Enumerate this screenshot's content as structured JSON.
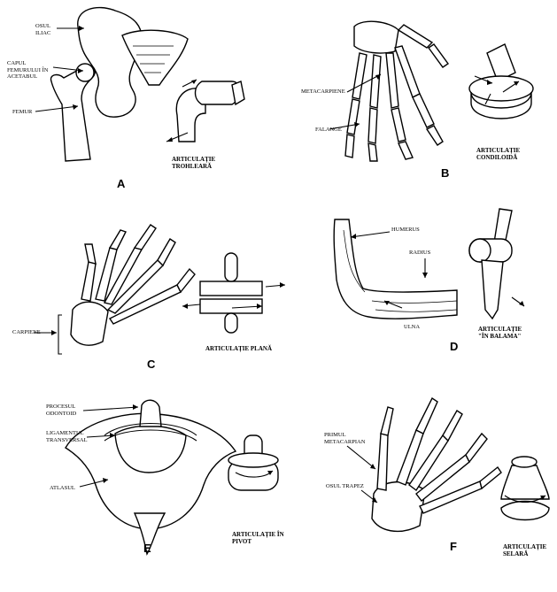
{
  "panels": {
    "A": {
      "letter": "A",
      "labels": {
        "ilium": [
          "OSUL",
          "ILIAC"
        ],
        "femoral_head": [
          "CAPUL",
          "FEMURULUI ÎN",
          "ACETABUL"
        ],
        "femur": "FEMUR"
      },
      "caption": [
        "ARTICULAȚIE",
        "TROHLEARĂ"
      ]
    },
    "B": {
      "letter": "B",
      "labels": {
        "metacarpals": "METACARPIENE",
        "phalanges": "FALANGE"
      },
      "caption": [
        "ARTICULAȚIE",
        "CONDILOIDĂ"
      ]
    },
    "C": {
      "letter": "C",
      "labels": {
        "carpals": "CARPIENE"
      },
      "caption": [
        "ARTICULAȚIE PLANĂ"
      ]
    },
    "D": {
      "letter": "D",
      "labels": {
        "humerus": "HUMERUS",
        "radius": "RADIUS",
        "ulna": "ULNA"
      },
      "caption": [
        "ARTICULAȚIE",
        "\"ÎN BALAMA\""
      ]
    },
    "E": {
      "letter": "E",
      "labels": {
        "dens": [
          "PROCESUL",
          "ODONTOID"
        ],
        "ligament": [
          "LIGAMENTUL",
          "TRANSVERSAL"
        ],
        "atlas": "ATLASUL"
      },
      "caption": [
        "ARTICULAȚIE ÎN",
        "PIVOT"
      ]
    },
    "F": {
      "letter": "F",
      "labels": {
        "first_metacarpal": [
          "PRIMUL",
          "METACARPIAN"
        ],
        "trapezium": "OSUL TRAPEZ"
      },
      "caption": [
        "ARTICULAȚIE",
        "SELARĂ"
      ]
    }
  }
}
